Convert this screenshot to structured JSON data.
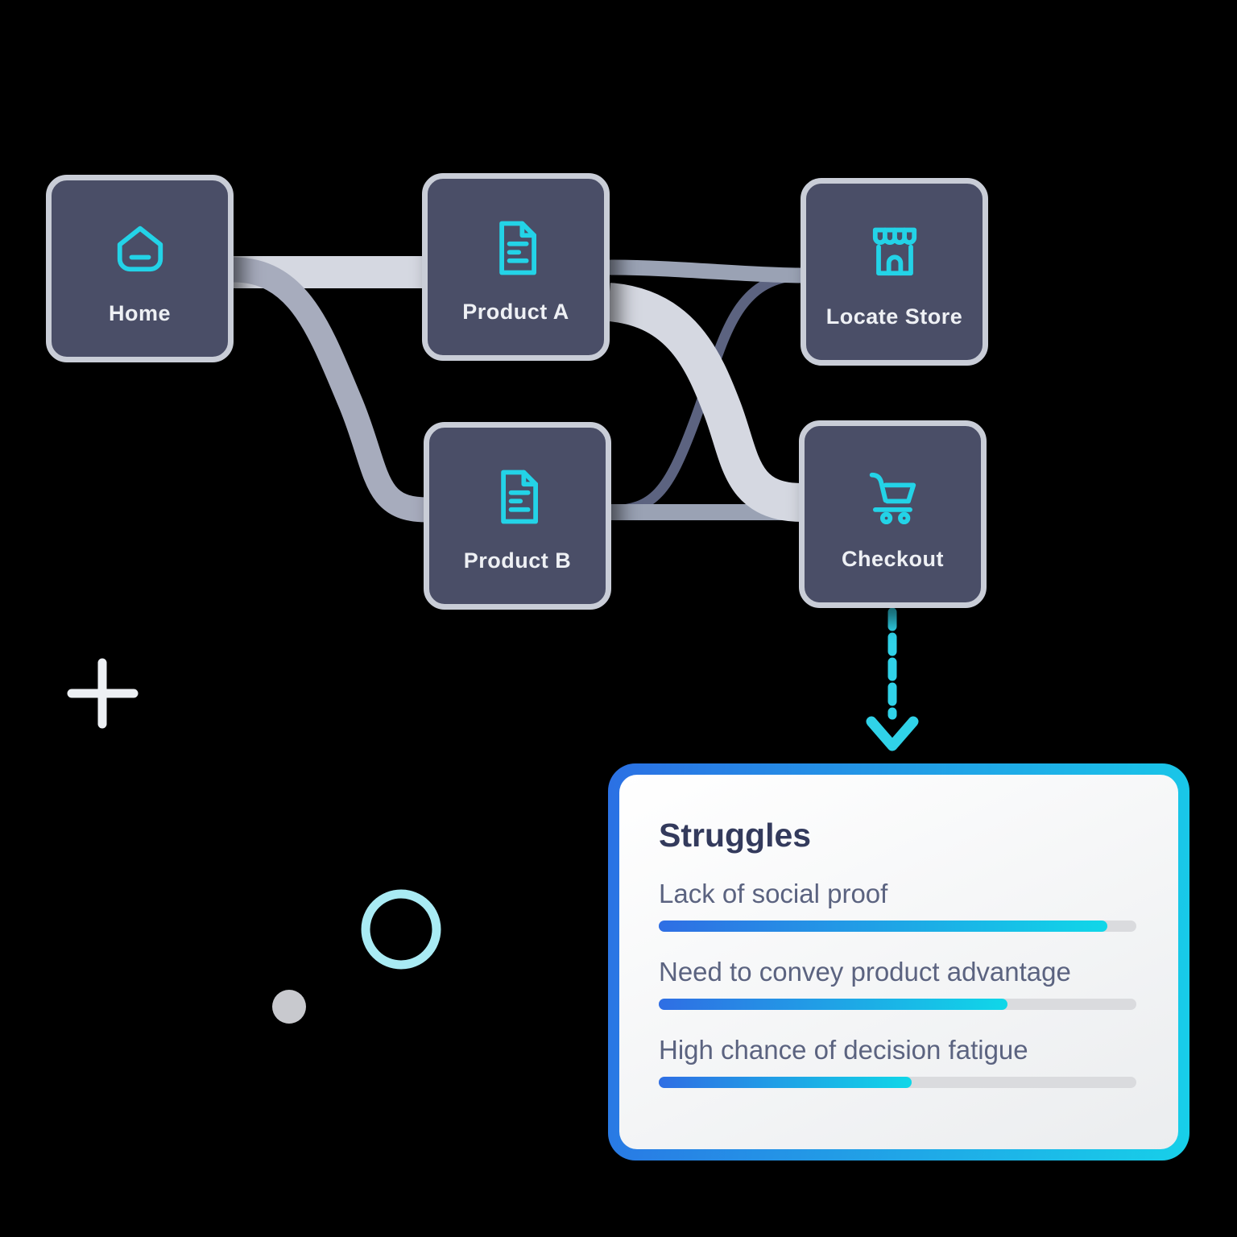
{
  "diagram": {
    "nodes": [
      {
        "label": "Home",
        "icon": "home-icon"
      },
      {
        "label": "Product A",
        "icon": "document-icon"
      },
      {
        "label": "Locate Store",
        "icon": "store-icon"
      },
      {
        "label": "Product B",
        "icon": "document-icon"
      },
      {
        "label": "Checkout",
        "icon": "cart-icon"
      }
    ],
    "connections": [
      {
        "from": "Home",
        "to": "Product A",
        "weight": "heavy"
      },
      {
        "from": "Home",
        "to": "Product B",
        "weight": "medium"
      },
      {
        "from": "Product A",
        "to": "Locate Store",
        "weight": "medium"
      },
      {
        "from": "Product A",
        "to": "Checkout",
        "weight": "heavy"
      },
      {
        "from": "Product B",
        "to": "Locate Store",
        "weight": "light"
      },
      {
        "from": "Product B",
        "to": "Checkout",
        "weight": "medium"
      }
    ]
  },
  "struggles_card": {
    "title": "Struggles",
    "items": [
      {
        "label": "Lack of social proof",
        "percent": 94
      },
      {
        "label": "Need to convey product advantage",
        "percent": 73
      },
      {
        "label": "High chance of decision fatigue",
        "percent": 53
      }
    ]
  },
  "colors": {
    "background": "#000000",
    "node_background": "#4a4e67",
    "node_border": "#c9cdd7",
    "node_label": "#eef0f4",
    "icon_accent": "#23d3e7",
    "ribbon_light": "#d5d8e1",
    "ribbon_medium": "#9aa2b4",
    "ribbon_medium_curve": "#a7acbd",
    "ribbon_dark": "#5c6380",
    "arrow_cyan": "#30d2e8",
    "card_border_start": "#2b70e4",
    "card_border_end": "#17d0e9",
    "card_title": "#333a5c",
    "card_item_text": "#5b6380",
    "bar_track": "#dadbde",
    "bar_fill_start": "#2f6ee4",
    "bar_fill_end": "#10d7e8",
    "plus_blue_start": "#1f6fe0",
    "plus_blue_end": "#27b9e8",
    "plus_gray": "#edf0f4",
    "ring_cyan": "#a9ebf4",
    "dot_gray": "#c8c9ce"
  }
}
